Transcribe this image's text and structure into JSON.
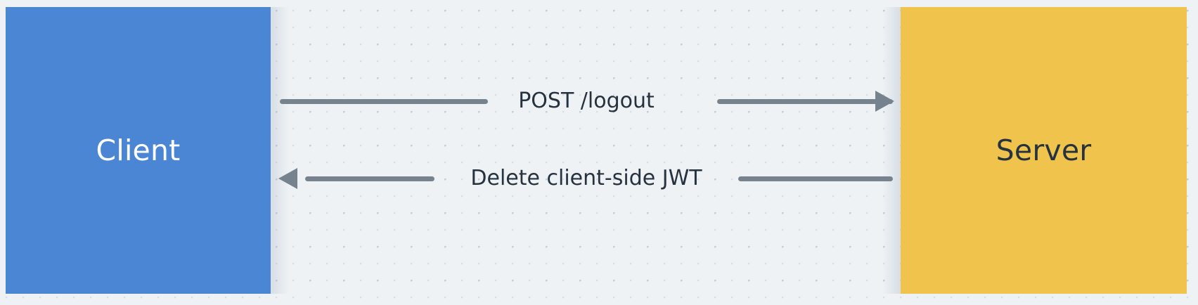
{
  "diagram": {
    "type": "sequence-diagram",
    "background_color": "#eef2f5",
    "nodes": [
      {
        "id": "client",
        "label": "Client",
        "fill": "#4a86d4",
        "text_color": "#ffffff"
      },
      {
        "id": "server",
        "label": "Server",
        "fill": "#f0c44c",
        "text_color": "#27323f"
      }
    ],
    "messages": [
      {
        "id": "post-logout",
        "label": "POST /logout",
        "from": "client",
        "to": "server",
        "direction": "right",
        "line_color": "#76838f",
        "text_color": "#27323f"
      },
      {
        "id": "delete-jwt",
        "label": "Delete client-side JWT",
        "from": "server",
        "to": "client",
        "direction": "left",
        "line_color": "#76838f",
        "text_color": "#27323f"
      }
    ]
  }
}
